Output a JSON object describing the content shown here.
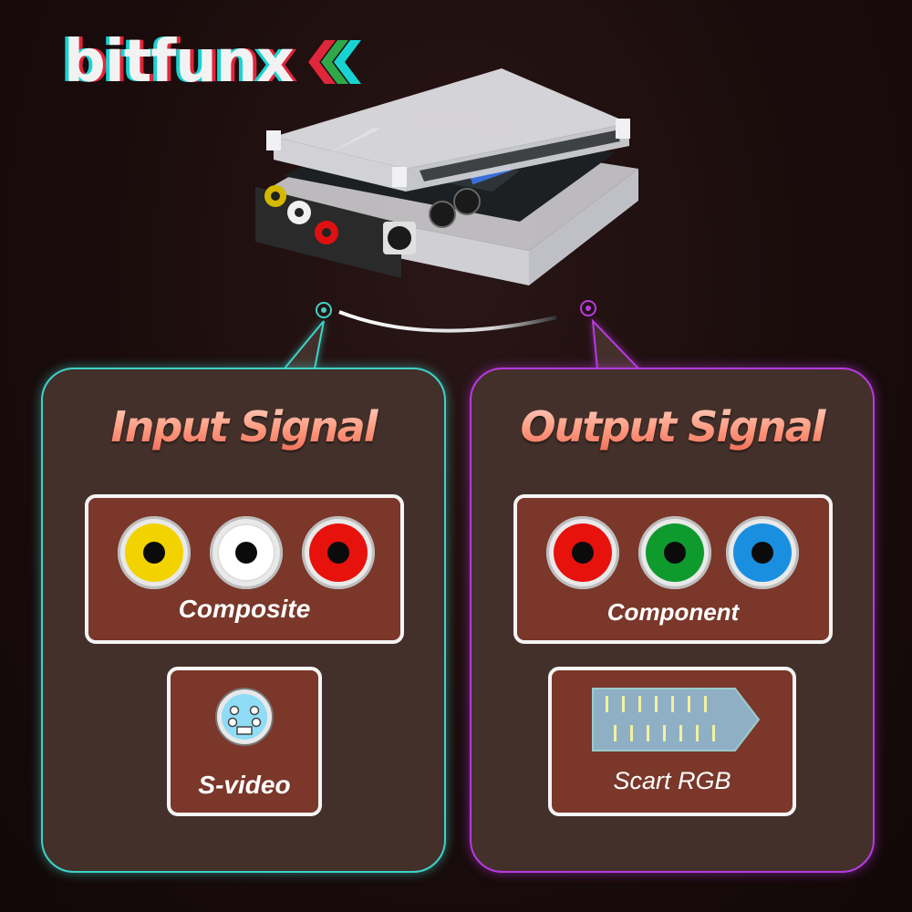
{
  "brand": {
    "logo_text": "bitfunx",
    "colors": {
      "cyan": "#19d3d3",
      "red": "#e0263a",
      "green": "#2fa84a"
    }
  },
  "device": {
    "icon": "video-converter-device-icon"
  },
  "input_panel": {
    "title": "Input Signal",
    "accent": "#3fd2c6",
    "composite": {
      "label": "Composite",
      "connectors": [
        {
          "name": "yellow-rca-icon",
          "color": "#f2d300"
        },
        {
          "name": "white-rca-icon",
          "color": "#ffffff"
        },
        {
          "name": "red-rca-icon",
          "color": "#e8120c"
        }
      ]
    },
    "svideo": {
      "label": "S-video",
      "icon": "s-video-port-icon"
    }
  },
  "output_panel": {
    "title": "Output Signal",
    "accent": "#b83adf",
    "component": {
      "label": "Component",
      "connectors": [
        {
          "name": "red-rca-icon",
          "color": "#e8120c"
        },
        {
          "name": "green-rca-icon",
          "color": "#0f9a2e"
        },
        {
          "name": "blue-rca-icon",
          "color": "#1a8fe0"
        }
      ]
    },
    "scart": {
      "label": "Scart RGB",
      "icon": "scart-port-icon"
    }
  }
}
